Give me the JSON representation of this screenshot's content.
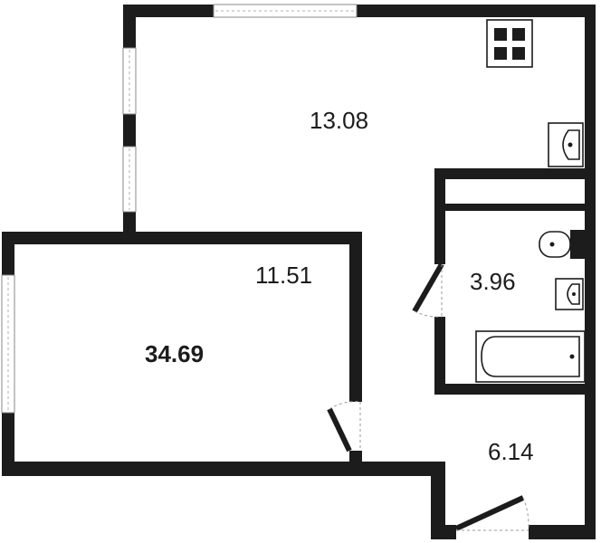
{
  "rooms": {
    "room_top": {
      "area": "13.08"
    },
    "room_left": {
      "area": "11.51"
    },
    "bathroom": {
      "area": "3.96"
    },
    "hallway": {
      "area": "6.14"
    }
  },
  "total_area": "34.69",
  "icons": {
    "stove": "stove-icon",
    "sink": "sink-icon",
    "toilet": "toilet-icon",
    "washbasin": "washbasin-icon",
    "bathtub": "bathtub-icon"
  },
  "colors": {
    "wall": "#1c1c1c",
    "background": "#ffffff",
    "window_frame": "#8a8a8a"
  }
}
